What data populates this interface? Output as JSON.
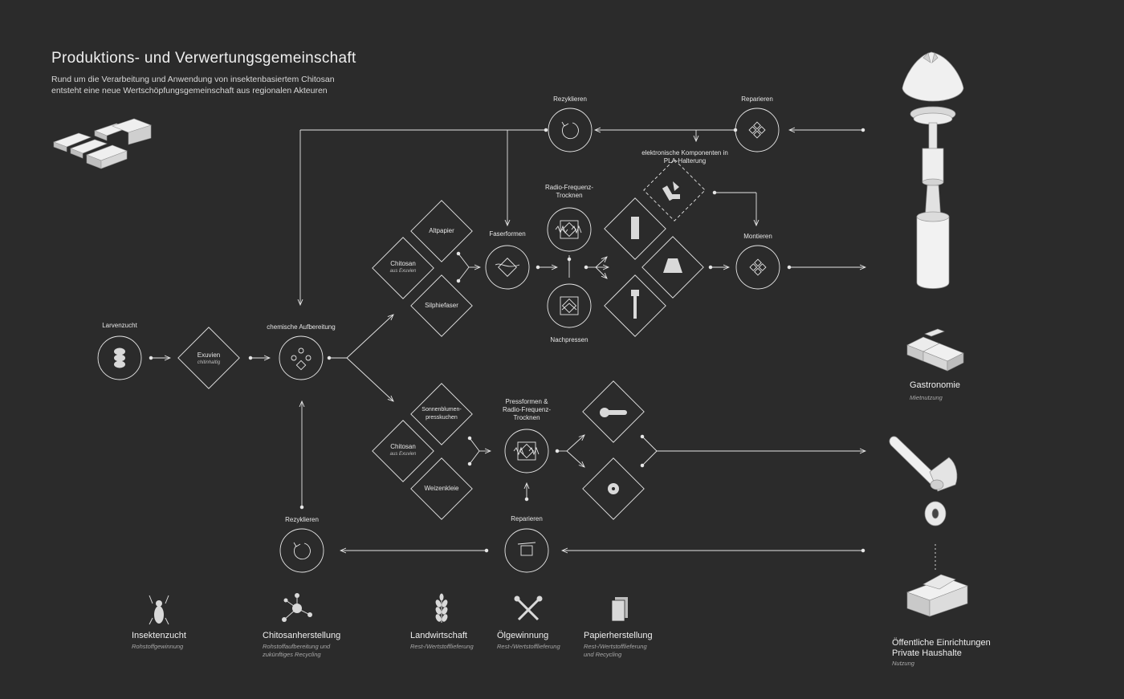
{
  "header": {
    "title": "Produktions- und Verwertungsgemeinschaft",
    "subtitle_line1": "Rund um die Verarbeitung und Anwendung von insektenbasiertem Chitosan",
    "subtitle_line2": "entsteht eine neue Wertschöpfungsgemeinschaft aus regionalen Akteuren"
  },
  "nodes": {
    "larvenzucht": "Larvenzucht",
    "exuvien": "Exuvien",
    "exuvien_sub": "chitinhaltig",
    "chemische": "chemische Aufbereitung",
    "rezyklieren_top": "Rezyklieren",
    "reparieren_top": "Reparieren",
    "elektronik_line1": "elektronische Komponenten in",
    "elektronik_line2": "PLA-Halterung",
    "radio_line1": "Radio-Frequenz-",
    "radio_line2": "Trocknen",
    "faserformen": "Faserformen",
    "nachpressen": "Nachpressen",
    "montieren": "Montieren",
    "altpapier": "Altpapier",
    "chitosan_top": "Chitosan",
    "chitosan_top_sub": "aus Exuvien",
    "silphiefaser": "Silphiefaser",
    "sonnenblumen_line1": "Sonnenblumen-",
    "sonnenblumen_line2": "presskuchen",
    "chitosan_bottom": "Chitosan",
    "chitosan_bottom_sub": "aus Exuvien",
    "weizenkleie": "Weizenkleie",
    "pressformen_line1": "Pressformen &",
    "pressformen_line2": "Radio-Frequenz-",
    "pressformen_line3": "Trocknen",
    "reparieren_bottom": "Reparieren",
    "rezyklieren_bottom": "Rezyklieren"
  },
  "outputs": {
    "gastronomie": "Gastronomie",
    "gastronomie_sub": "Mietnutzung",
    "oeffentlich_line1": "Öffentliche Einrichtungen",
    "oeffentlich_line2": "Private Haushalte",
    "oeffentlich_sub": "Nutzung"
  },
  "legend": [
    {
      "title": "Insektenzucht",
      "sub1": "Rohstoffgewinnung",
      "sub2": "",
      "icon": "fly-icon"
    },
    {
      "title": "Chitosanherstellung",
      "sub1": "Rohstoffaufbereitung und",
      "sub2": "zukünftiges Recycling",
      "icon": "molecule-icon"
    },
    {
      "title": "Landwirtschaft",
      "sub1": "Rest-/Wertstofflieferung",
      "sub2": "",
      "icon": "wheat-icon"
    },
    {
      "title": "Ölgewinnung",
      "sub1": "Rest-/Wertstofflieferung",
      "sub2": "",
      "icon": "oil-tools-icon"
    },
    {
      "title": "Papierherstellung",
      "sub1": "Rest-/Wertstofflieferung",
      "sub2": "und Recycling",
      "icon": "paper-stack-icon"
    }
  ],
  "colors": {
    "background": "#2b2b2b",
    "line": "#e6e6e6",
    "fill_light": "#d9d9d9"
  }
}
